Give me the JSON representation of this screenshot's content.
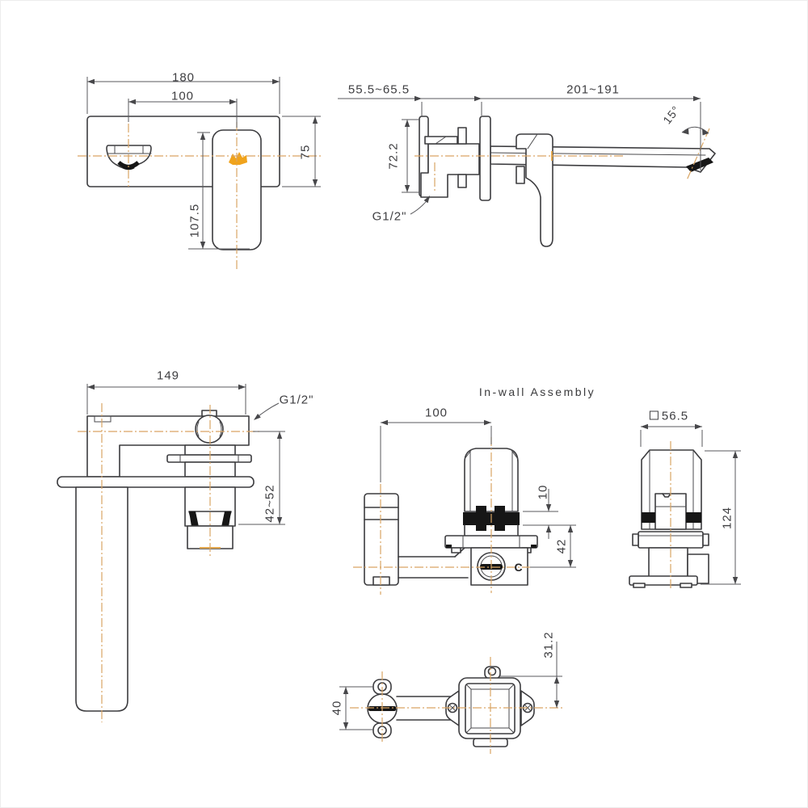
{
  "title": "In-wall Assembly",
  "colors": {
    "object_line": "#3c3c3f",
    "dimension_line": "#5a5a5e",
    "centerline_orange": "#d9a564",
    "black_fill": "#161616",
    "logo_orange": "#f0a31c"
  },
  "front_view": {
    "plate_width": "180",
    "spout_to_handle_spacing": "100",
    "plate_height": "75",
    "handle_length": "107.5"
  },
  "side_view": {
    "wall_depth_range": "55.5~65.5",
    "spout_reach_range": "201~191",
    "body_height": "72.2",
    "spout_angle": "15°",
    "thread_label": "G1/2\""
  },
  "top_view": {
    "body_width": "149",
    "thread_label": "G1/2\"",
    "outlet_range": "42~52"
  },
  "inwall_front": {
    "center_spacing": "100",
    "band_depth": "10",
    "outlet_depth": "42",
    "cold_indicator": "C"
  },
  "inwall_side": {
    "square_size": "56.5",
    "total_height": "124"
  },
  "inwall_top": {
    "hole_spacing": "40",
    "outlet_offset": "31.2"
  }
}
